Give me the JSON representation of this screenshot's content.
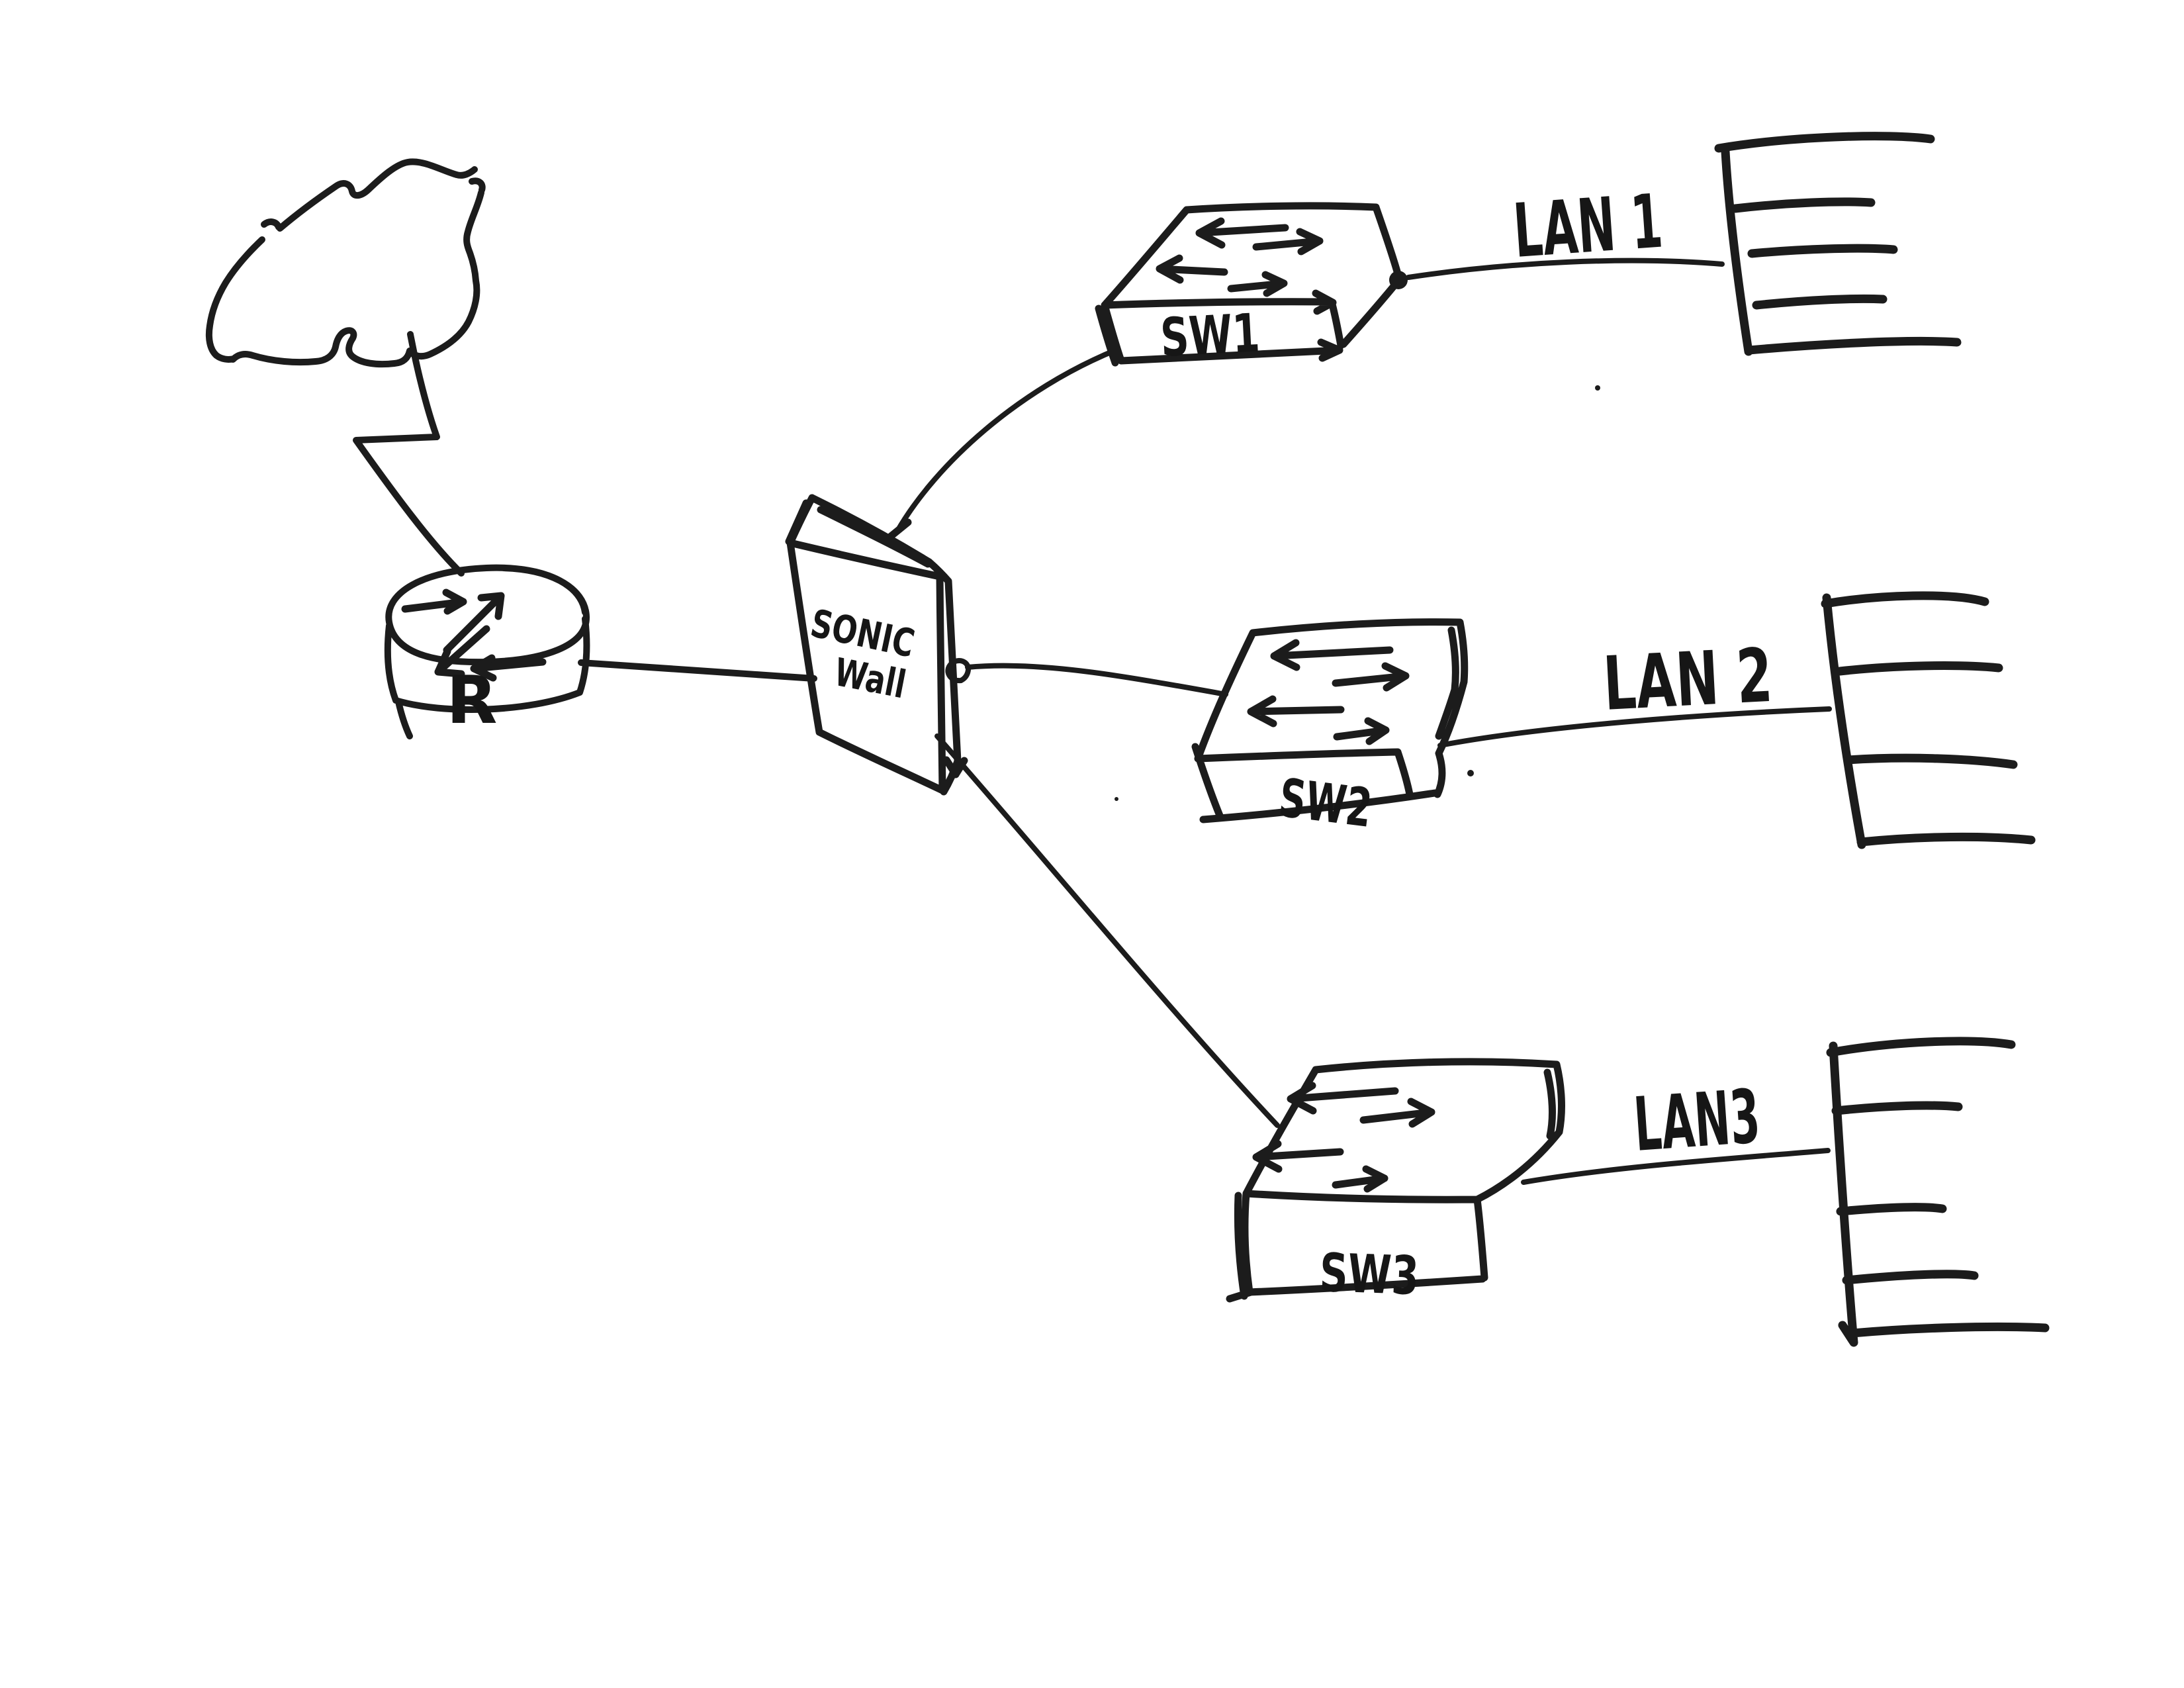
{
  "canvas_background": "#ffffff",
  "ink_color": "#1c1c1c",
  "diagram": {
    "kind": "hand-drawn network topology sketch",
    "nodes": {
      "internet": {
        "shape": "cloud"
      },
      "router": {
        "shape": "router-cylinder",
        "label": "R"
      },
      "firewall": {
        "shape": "standing-box",
        "label_line1": "SONIC",
        "label_line2": "Wall"
      },
      "sw1": {
        "shape": "switch-box",
        "label": "SW1"
      },
      "sw2": {
        "shape": "switch-box",
        "label": "SW2"
      },
      "sw3": {
        "shape": "switch-box",
        "label": "SW3"
      },
      "lan1": {
        "shape": "lan-bus",
        "label": "LAN 1",
        "host_lines": 5
      },
      "lan2": {
        "shape": "lan-bus",
        "label": "LAN 2",
        "host_lines": 4
      },
      "lan3": {
        "shape": "lan-bus",
        "label": "LAN3",
        "host_lines": 5
      }
    },
    "links": [
      {
        "from": "internet",
        "to": "router",
        "style": "zigzag"
      },
      {
        "from": "router",
        "to": "firewall",
        "style": "line"
      },
      {
        "from": "firewall",
        "to": "sw1",
        "style": "curve"
      },
      {
        "from": "firewall",
        "to": "sw2",
        "style": "curve-from-port-loop"
      },
      {
        "from": "firewall",
        "to": "sw3",
        "style": "line"
      },
      {
        "from": "sw1",
        "to": "lan1",
        "style": "line-from-port-dot"
      },
      {
        "from": "sw2",
        "to": "lan2",
        "style": "line"
      },
      {
        "from": "sw3",
        "to": "lan3",
        "style": "line"
      }
    ]
  }
}
